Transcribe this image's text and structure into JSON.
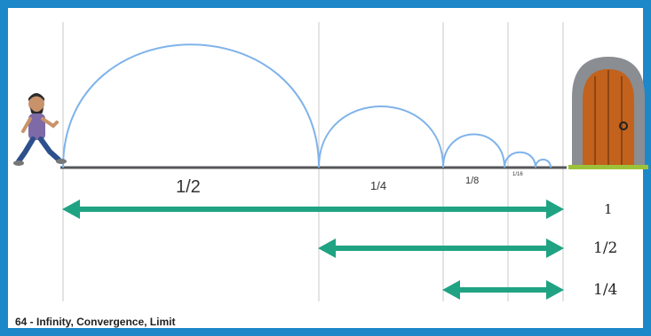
{
  "diagram": {
    "segment_labels": {
      "half": "1/2",
      "quarter": "1/4",
      "eighth": "1/8",
      "sixteenth": "1/16"
    },
    "arrow_labels": {
      "full": "1",
      "half": "1/2",
      "quarter": "1/4"
    },
    "icons": {
      "runner": "running-man-icon",
      "door": "arched-wooden-door-icon"
    },
    "colors": {
      "frame": "#1c87c9",
      "arcs": "#7fb3ea",
      "arrows": "#1fa383",
      "baseline": "#55575a",
      "guides": "#c8c8c8"
    }
  },
  "caption": "64 - Infinity, Convergence, Limit"
}
